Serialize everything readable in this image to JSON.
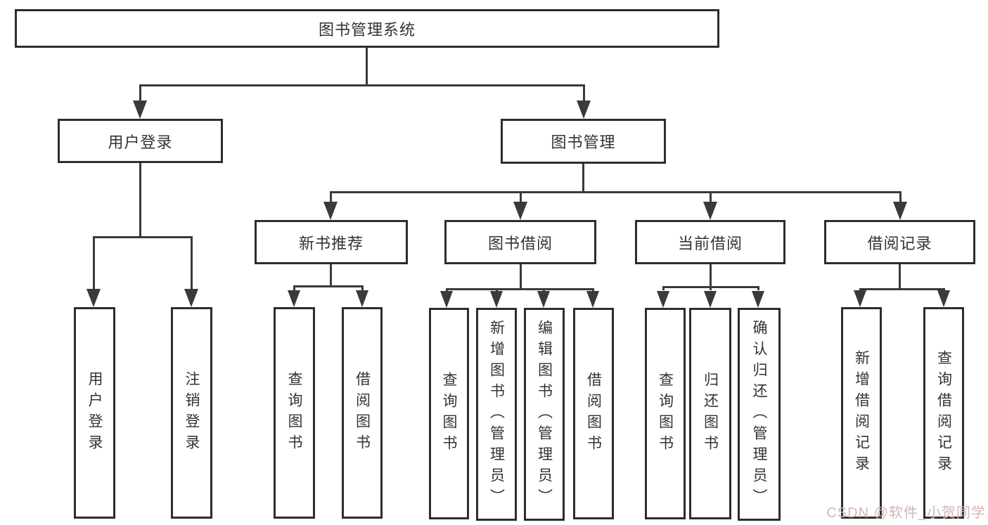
{
  "diagram": {
    "type": "tree",
    "root": {
      "label": "图书管理系统"
    },
    "branches": [
      {
        "label": "用户登录",
        "children": [
          {
            "label": "用户登录"
          },
          {
            "label": "注销登录"
          }
        ]
      },
      {
        "label": "图书管理",
        "children": [
          {
            "label": "新书推荐",
            "children": [
              {
                "label": "查询图书"
              },
              {
                "label": "借阅图书"
              }
            ]
          },
          {
            "label": "图书借阅",
            "children": [
              {
                "label": "查询图书"
              },
              {
                "label": "新增图书（管理员）"
              },
              {
                "label": "编辑图书（管理员）"
              },
              {
                "label": "借阅图书"
              }
            ]
          },
          {
            "label": "当前借阅",
            "children": [
              {
                "label": "查询图书"
              },
              {
                "label": "归还图书"
              },
              {
                "label": "确认归还（管理员）"
              }
            ]
          },
          {
            "label": "借阅记录",
            "children": [
              {
                "label": "新增借阅记录"
              },
              {
                "label": "查询借阅记录"
              }
            ]
          }
        ]
      }
    ]
  },
  "colors": {
    "line": "#3a3a3a",
    "box_border": "#2d2d2d",
    "text": "#333333",
    "watermark": "#d2b6b6",
    "background": "#ffffff"
  },
  "watermark": {
    "text": "CSDN @软件_小贺同学"
  }
}
